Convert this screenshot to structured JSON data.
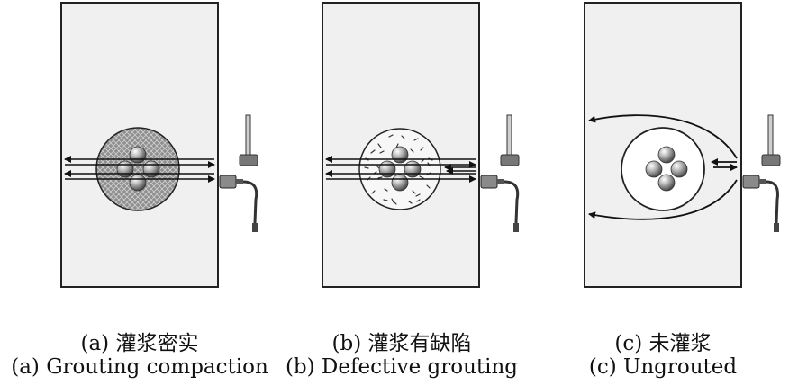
{
  "panels": [
    {
      "id": "a",
      "caption_zh": "(a) 灌浆密实",
      "caption_en": "(a) Grouting compaction",
      "state": "compact"
    },
    {
      "id": "b",
      "caption_zh": "(b) 灌浆有缺陷",
      "caption_en": "(b) Defective grouting",
      "state": "defective"
    },
    {
      "id": "c",
      "caption_zh": "(c) 未灌浆",
      "caption_en": "(c) Ungrouted",
      "state": "ungrouted"
    }
  ],
  "colors": {
    "concrete": "#f1f1f1",
    "outline": "#222222",
    "grout_compact": "#9a9a9a",
    "strand": "#8a8a8a",
    "wave": "#111111"
  }
}
